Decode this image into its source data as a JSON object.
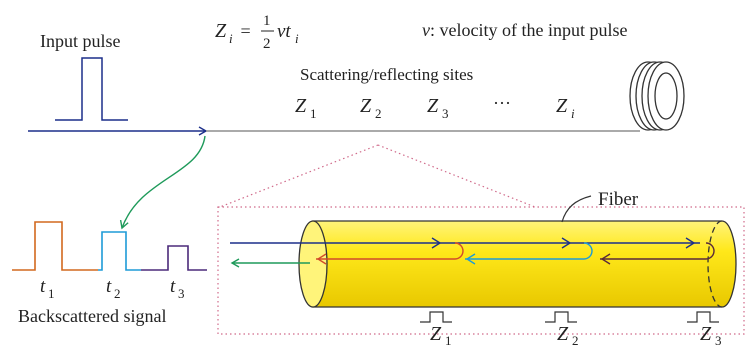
{
  "labels": {
    "input_pulse": "Input pulse",
    "velocity_note_symbol": "v",
    "velocity_note_text": ": velocity of the input pulse",
    "scattering_sites": "Scattering/reflecting sites",
    "fiber": "Fiber",
    "backscattered_signal": "Backscattered signal",
    "ellipsis": "···"
  },
  "formula": {
    "lhs_base": "Z",
    "lhs_sub": "i",
    "equals": " = ",
    "frac_num": "1",
    "frac_den": "2",
    "rhs_var": "vt",
    "rhs_sub": "i"
  },
  "sites": [
    {
      "base": "Z",
      "sub": "1"
    },
    {
      "base": "Z",
      "sub": "2"
    },
    {
      "base": "Z",
      "sub": "3"
    },
    {
      "base": "Z",
      "sub": "i"
    }
  ],
  "times": [
    {
      "base": "t",
      "sub": "1"
    },
    {
      "base": "t",
      "sub": "2"
    },
    {
      "base": "t",
      "sub": "3"
    }
  ],
  "fiber_markers": [
    {
      "base": "Z",
      "sub": "1"
    },
    {
      "base": "Z",
      "sub": "2"
    },
    {
      "base": "Z",
      "sub": "3"
    }
  ],
  "colors": {
    "fiber_fill": "#ffe81a",
    "input_line": "#1c2f8a",
    "backscatter_arrow": "#1e9a5a",
    "signal_1": "#d2691e",
    "signal_2": "#1e9bd7",
    "signal_3": "#4b2a7a",
    "return_1": "#d24a2a",
    "return_3": "#5a2a3a",
    "zoom_box": "#d06a8a"
  },
  "icons": {
    "fiber_spool": "fiber-spool-icon"
  }
}
